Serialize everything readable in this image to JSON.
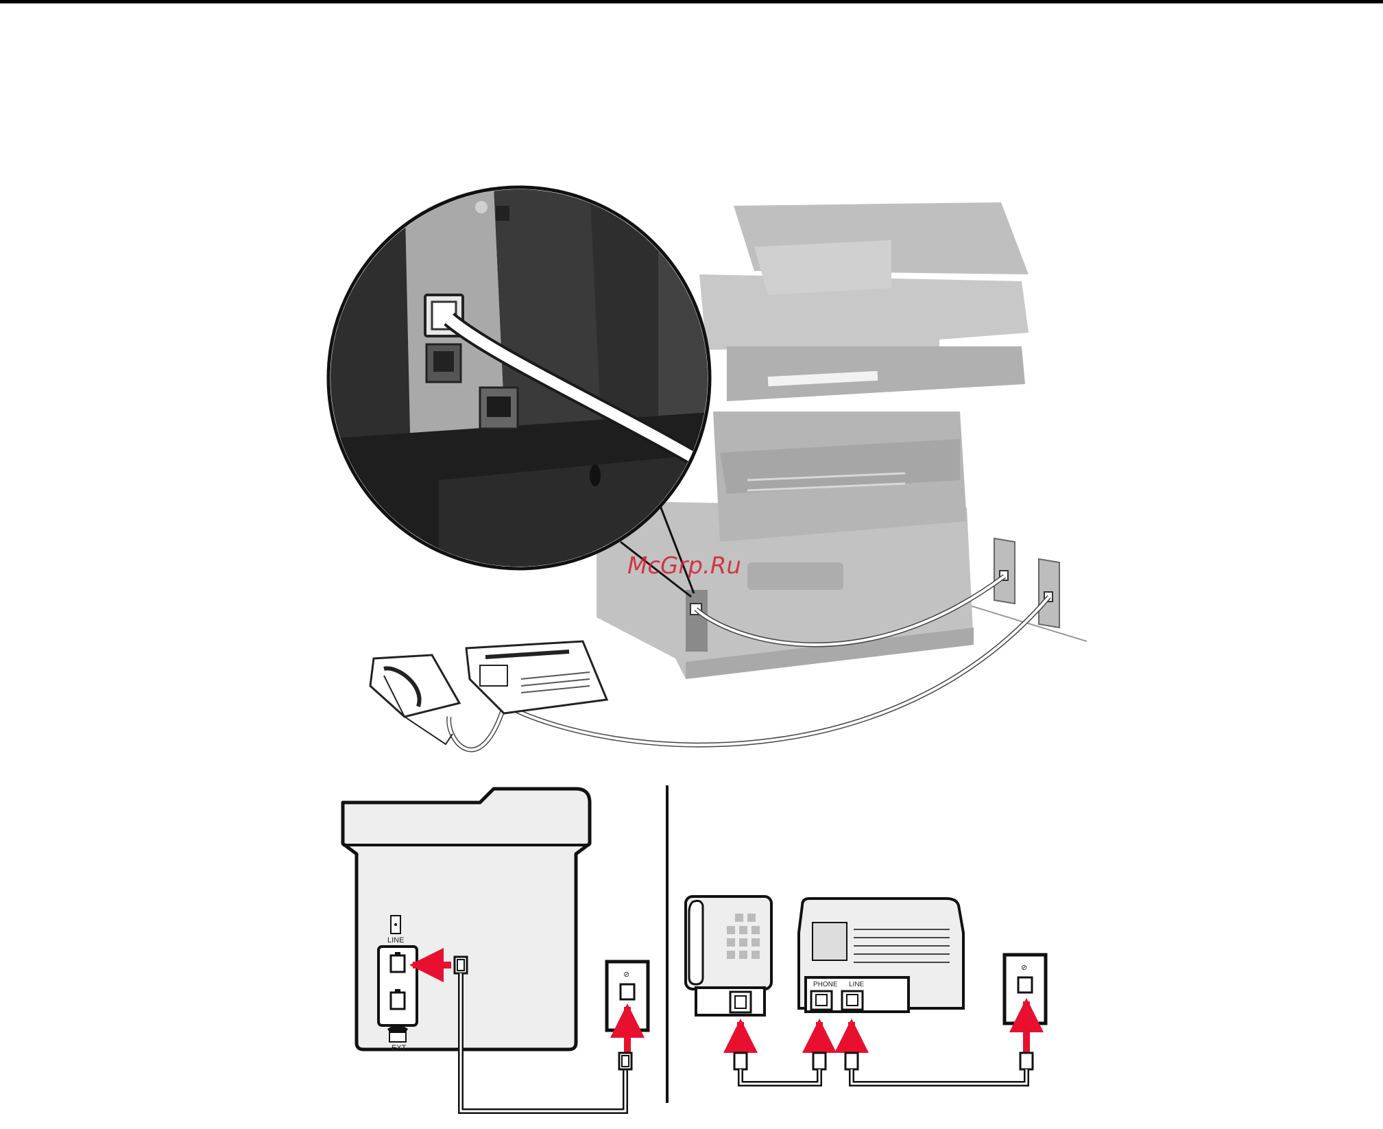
{
  "page": {
    "background": "#ffffff",
    "accent_red": "#e8102e",
    "printer_gray": "#bcbcbc"
  },
  "watermark": {
    "text": "McGrp.Ru"
  },
  "diagram_left": {
    "printer_port_top_label": "LINE",
    "printer_port_bottom_label": "EXT",
    "icons": [
      "wall-jack-line-icon",
      "telephone-ext-icon"
    ]
  },
  "diagram_right": {
    "machine_port_phone_label": "PHONE",
    "machine_port_line_label": "LINE"
  }
}
